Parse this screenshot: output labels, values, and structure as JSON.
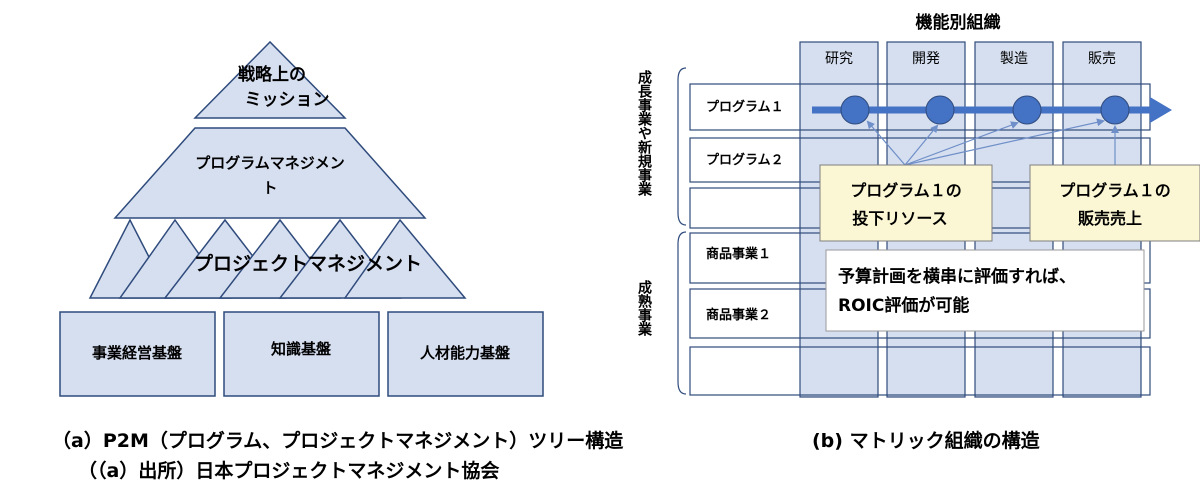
{
  "left": {
    "pyramid_top": [
      "戦略上の",
      "ミッション"
    ],
    "pyramid_mid": [
      "プログラムマネジメン",
      "ト"
    ],
    "pyramid_bottom": "プロジェクトマネジメント",
    "foundations": [
      "事業経営基盤",
      "知識基盤",
      "人材能力基盤"
    ]
  },
  "right": {
    "title": "機能別組織",
    "functions": [
      "研究",
      "開発",
      "製造",
      "販売"
    ],
    "group_growth": "成長事業や新規事業",
    "group_mature": "成熟事業",
    "rows": [
      "プログラム１",
      "プログラム２",
      "",
      "商品事業１",
      "商品事業２",
      ""
    ],
    "callout_resources": [
      "プログラム１の",
      "投下リソース"
    ],
    "callout_sales": [
      "プログラム１の",
      "販売売上"
    ],
    "callout_roic": [
      "予算計画を横串に評価すれば、",
      "ROIC評価が可能"
    ]
  },
  "captions": {
    "a_line1": "（a）P2M（プログラム、プロジェクトマネジメント）ツリー構造",
    "a_line2": "（（a）出所）日本プロジェクトマネジメント協会",
    "b": "(b) マトリック組織の構造"
  },
  "colors": {
    "fill": "#d6dff0",
    "stroke": "#2f4b7c",
    "arrow": "#4472c4",
    "callout": "#fbf6d3"
  }
}
